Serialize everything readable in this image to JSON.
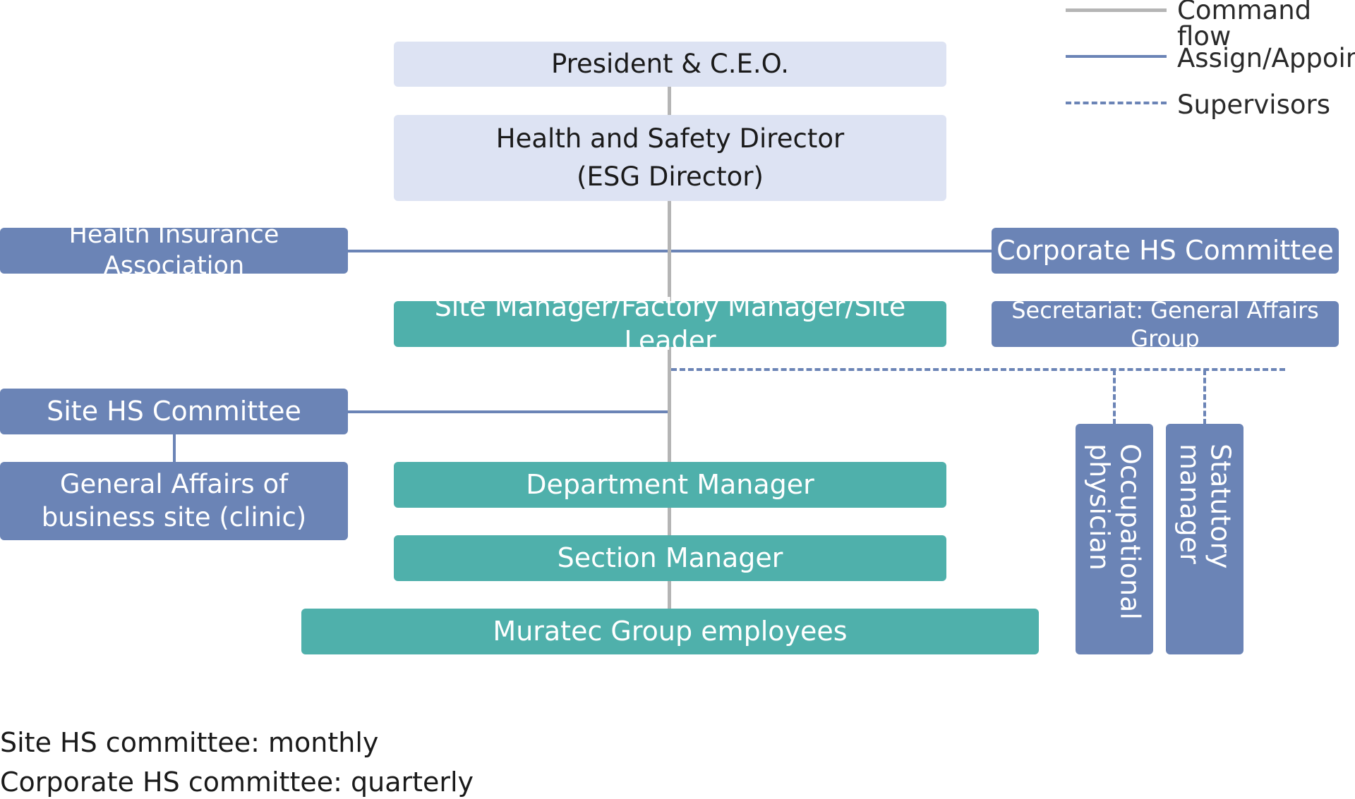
{
  "legend": {
    "command_flow": "Command flow",
    "assign_appoint": "Assign/Appoint",
    "supervisors": "Supervisors"
  },
  "nodes": {
    "president": "President & C.E.O.",
    "hs_director_line1": "Health and Safety Director",
    "hs_director_line2": "(ESG Director)",
    "health_insurance": "Health Insurance Association",
    "corporate_hs": "Corporate HS Committee",
    "site_manager": "Site Manager/Factory Manager/Site Leader",
    "secretariat": "Secretariat: General Affairs Group",
    "site_hs": "Site HS Committee",
    "general_affairs_line1": "General Affairs of",
    "general_affairs_line2": "business site (clinic)",
    "department_manager": "Department Manager",
    "section_manager": "Section Manager",
    "employees": "Muratec Group employees",
    "occupational_physician_line1": "Occupational",
    "occupational_physician_line2": "physician",
    "statutory_manager_line1": "Statutory",
    "statutory_manager_line2": "manager"
  },
  "notes": {
    "site_frequency": "Site HS committee: monthly",
    "corporate_frequency": "Corporate HS committee: quarterly"
  },
  "colors": {
    "command": "#b5b5b5",
    "assign": "#6b84b6",
    "executive_box": "#dde3f3",
    "committee_box": "#6b84b6",
    "line_box": "#4fb0ab"
  }
}
